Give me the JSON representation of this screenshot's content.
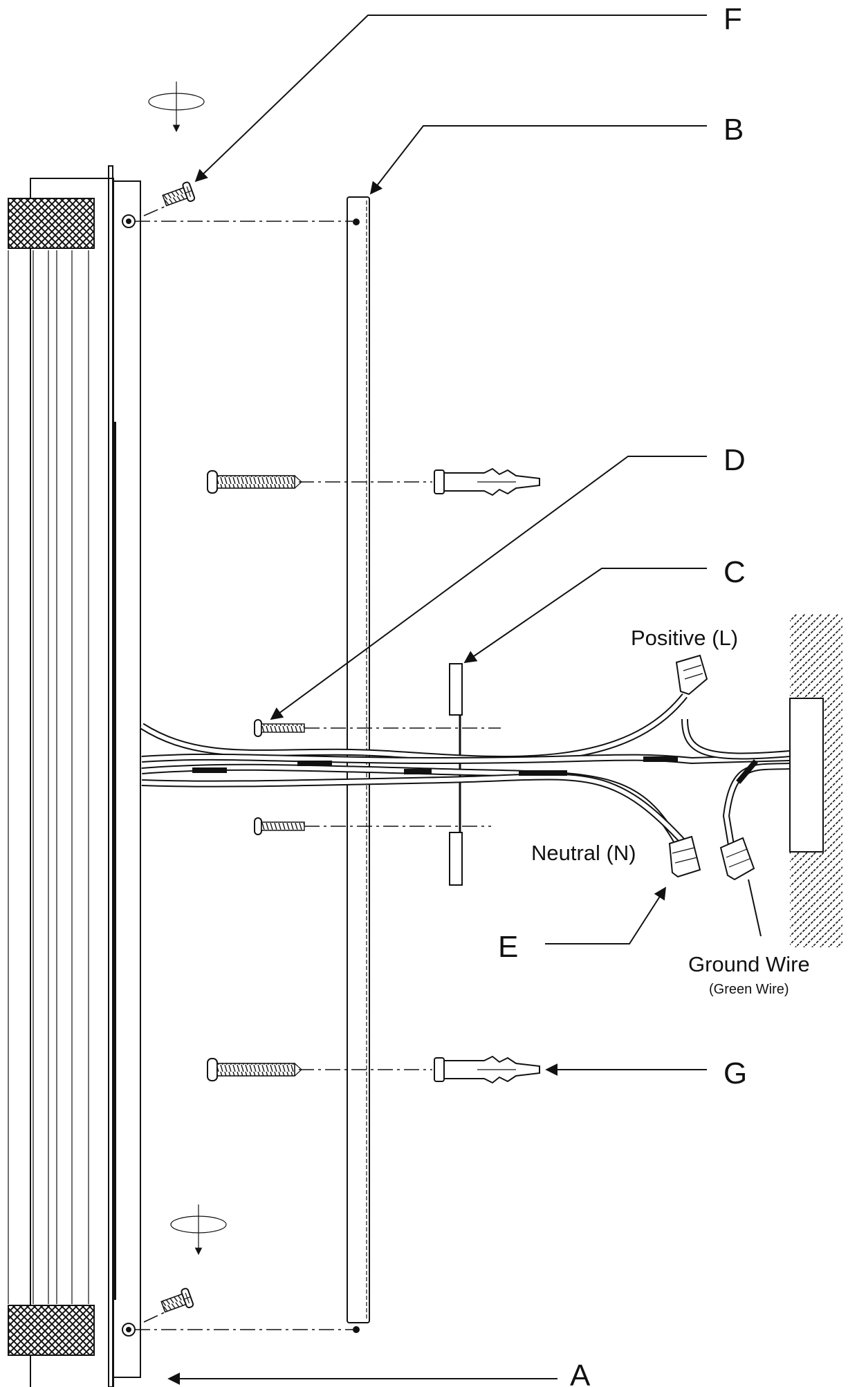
{
  "callouts": {
    "A": "A",
    "B": "B",
    "C": "C",
    "D": "D",
    "E": "E",
    "F": "F",
    "G": "G"
  },
  "wires": {
    "positive": "Positive (L)",
    "neutral": "Neutral (N)",
    "ground": "Ground Wire",
    "ground_note": "(Green Wire)"
  },
  "colors": {
    "line": "#111111",
    "background": "#ffffff"
  }
}
